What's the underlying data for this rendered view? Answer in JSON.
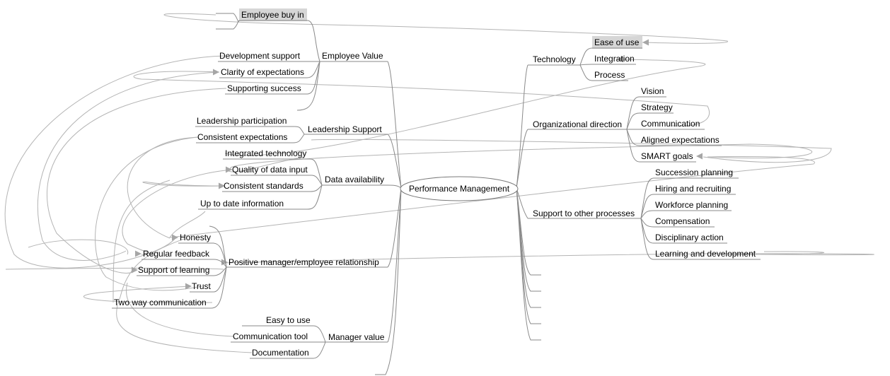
{
  "central": {
    "label": "Performance Management"
  },
  "branches": {
    "employee_value": {
      "label": "Employee Value",
      "items": [
        "Employee buy in",
        "Development support",
        "Clarity of expectations",
        "Supporting success"
      ]
    },
    "leadership_support": {
      "label": "Leadership Support",
      "items": [
        "Leadership participation",
        "Consistent expectations"
      ]
    },
    "data_availability": {
      "label": "Data availability",
      "items": [
        "Integrated technology",
        "Quality of data input",
        "Consistent standards",
        "Up to date information"
      ]
    },
    "relationship": {
      "label": "Positive manager/employee relationship",
      "items": [
        "Honesty",
        "Regular feedback",
        "Support of learning",
        "Trust",
        "Two way communication"
      ]
    },
    "manager_value": {
      "label": "Manager value",
      "items": [
        "Easy to use",
        "Communication tool",
        "Documentation"
      ]
    },
    "technology": {
      "label": "Technology",
      "items": [
        "Ease of use",
        "Integration",
        "Process"
      ]
    },
    "org_direction": {
      "label": "Organizational direction",
      "items": [
        "Vision",
        "Strategy",
        "Communication",
        "Aligned expectations",
        "SMART goals"
      ]
    },
    "support_processes": {
      "label": "Support to other processes",
      "items": [
        "Succession planning",
        "Hiring and recruiting",
        "Workforce planning",
        "Compensation",
        "Disciplinary action",
        "Learning and development"
      ]
    }
  },
  "highlighted": [
    "Employee buy in",
    "Ease of use"
  ],
  "colors": {
    "line": "#8a8a8a",
    "relationship": "#b4b4b4",
    "highlight": "#d6d6d6"
  }
}
